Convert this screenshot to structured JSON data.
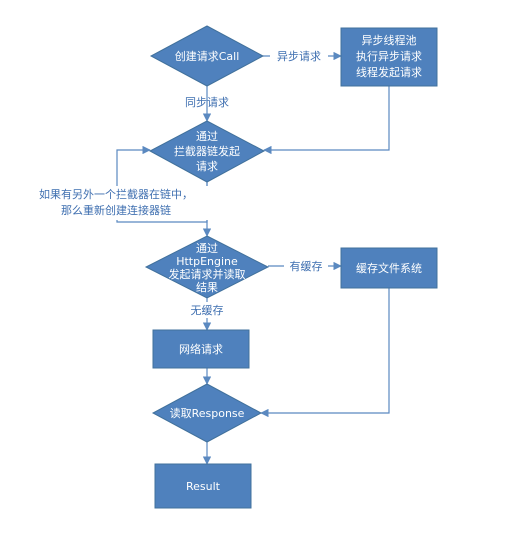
{
  "nodes": {
    "create_call": "创建请求Call",
    "async_box": [
      "异步线程池",
      "执行异步请求",
      "线程发起请求"
    ],
    "interceptor": [
      "通过",
      "拦截器链发起",
      "请求"
    ],
    "http_engine": [
      "通过",
      "HttpEngine",
      "发起请求并读取",
      "结果"
    ],
    "cache_system": "缓存文件系统",
    "network_request": "网络请求",
    "read_response": "读取Response",
    "result": "Result"
  },
  "edges": {
    "async_request": "异步请求",
    "sync_request": "同步请求",
    "has_cache": "有缓存",
    "no_cache": "无缓存",
    "loop_note": [
      "如果有另外一个拦截器在链中，",
      "那么重新创建连接器链"
    ]
  },
  "colors": {
    "node_fill": "#4f81bd",
    "node_stroke": "#41719c",
    "line": "#5b89c0",
    "label": "#3f6fb0"
  }
}
